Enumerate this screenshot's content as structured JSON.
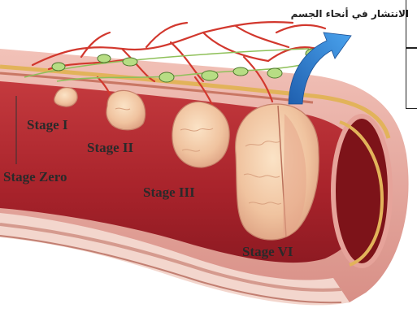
{
  "caption": "الانتشار في أنحاء الجسم",
  "stages": {
    "zero": "Stage Zero",
    "one": "Stage I",
    "two": "Stage II",
    "three": "Stage III",
    "four": "Stage VI"
  },
  "colors": {
    "lumen": "#a8232b",
    "wall": "#e6a39a",
    "tumor": "#f1c7a5",
    "vessel": "#d2382e",
    "node": "#b7dd84",
    "arrow": "#2f7fd0"
  }
}
